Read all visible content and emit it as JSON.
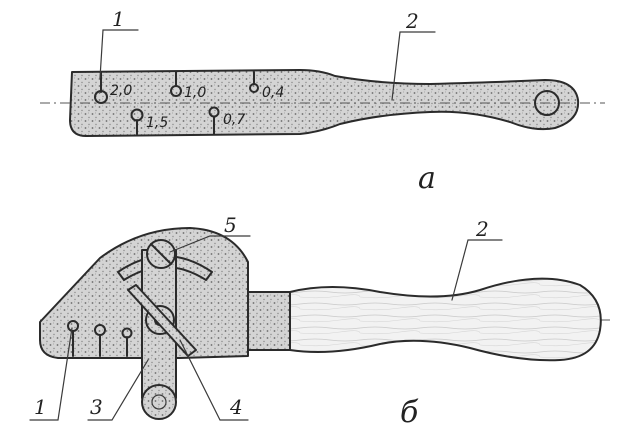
{
  "view_a": {
    "caption": "а",
    "callouts": [
      "1",
      "2"
    ],
    "gauge_values": [
      "2,0",
      "1,0",
      "0,4",
      "1,5",
      "0,7"
    ]
  },
  "view_b": {
    "caption": "б",
    "callouts": [
      "1",
      "2",
      "3",
      "4",
      "5"
    ]
  },
  "colors": {
    "ink": "#2b2b2b",
    "stipple_fill": "#cfcfcf",
    "handle_fill": "#f1f1f1"
  }
}
